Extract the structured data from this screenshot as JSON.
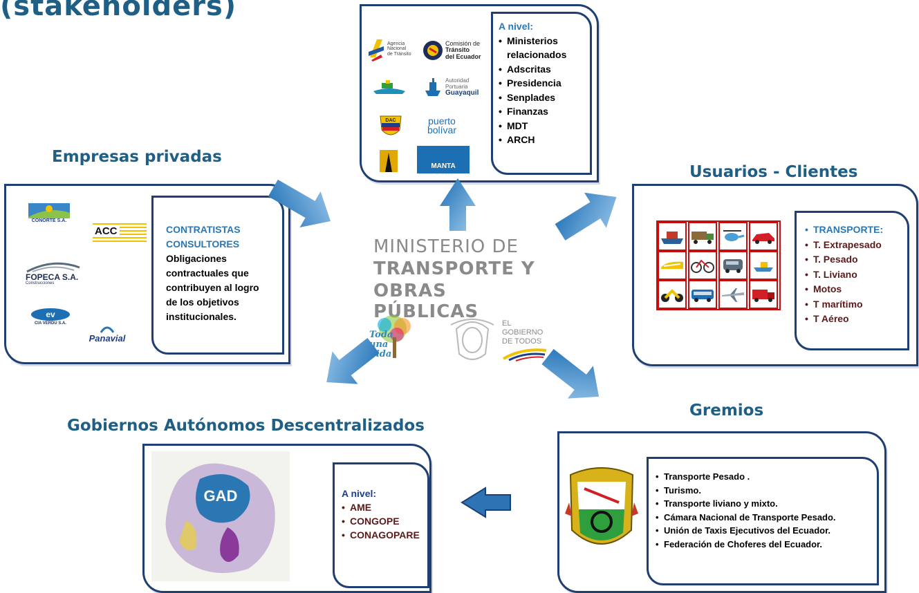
{
  "top_title": "(stakeholders)",
  "headings": {
    "empresas": "Empresas privadas",
    "usuarios": "Usuarios - Clientes",
    "gad": "Gobiernos Autónomos Descentralizados",
    "gremios": "Gremios"
  },
  "center": {
    "line1": "MINISTERIO DE",
    "line2": "TRANSPORTE Y",
    "line3": "OBRAS PÚBLICAS",
    "toda_una_vida": "Toda una Vida",
    "gobierno": [
      "EL",
      "GOBIERNO",
      "DE TODOS"
    ]
  },
  "top_box": {
    "header": "A nivel:",
    "items": [
      "Ministerios relacionados",
      "Adscritas",
      "Presidencia",
      "Senplades",
      "Finanzas",
      "MDT",
      "ARCH"
    ],
    "logos": {
      "ant": [
        "Agencia",
        "Nacional",
        "de Tránsito"
      ],
      "cte": [
        "Comisión de",
        "Tránsito",
        "del Ecuador"
      ],
      "apg": [
        "Autoridad",
        "Portuaria",
        "Guayaquil"
      ],
      "dac": "DAC",
      "pb": [
        "puerto",
        "bolívar"
      ],
      "manta": "MANTA"
    }
  },
  "empresas_box": {
    "header1": "CONTRATISTAS",
    "header2": "CONSULTORES",
    "body": "Obligaciones contractuales que contribuyen al logro de los objetivos institucionales.",
    "logos": {
      "conorte": "CONORTE S.A.",
      "acc": "ACC",
      "fopeca": "FOPECA S.A.",
      "fopeca_sub": "Construcciones",
      "verdu": "CIA VERDU S.A.",
      "panavial": "Panavial"
    }
  },
  "usuarios_box": {
    "header": "TRANSPORTE:",
    "items": [
      "T. Extrapesado",
      "T. Pesado",
      "T. Liviano",
      "Motos",
      "T marítimo",
      "T Aéreo"
    ]
  },
  "gad_box": {
    "header": "A nivel:",
    "items": [
      "AME",
      "CONGOPE",
      "CONAGOPARE"
    ],
    "map_label": "GAD"
  },
  "gremios_box": {
    "items": [
      "Transporte Pesado .",
      "Turismo.",
      "Transporte liviano y mixto.",
      "Cámara  Nacional de Transporte Pesado.",
      "Unión de Taxis Ejecutivos del Ecuador.",
      "Federación de Choferes del Ecuador."
    ]
  },
  "colors": {
    "heading": "#1f5f86",
    "border": "#1f3f73",
    "arrow": "#2e7fc2",
    "accent_blue": "#2a77b4",
    "grid_red": "#c40e0e"
  }
}
